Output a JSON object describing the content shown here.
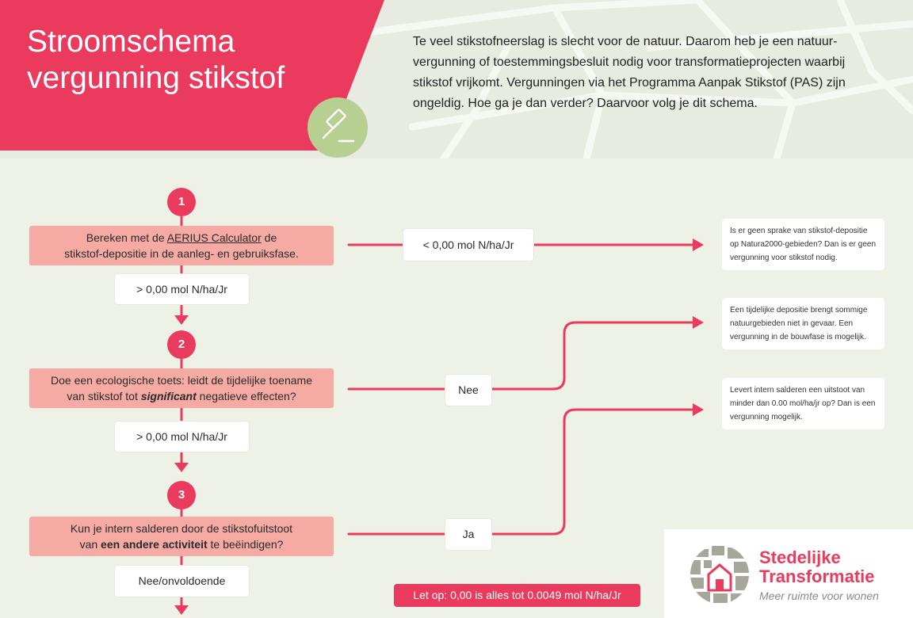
{
  "header": {
    "title_line1": "Stroomschema",
    "title_line2": "vergunning stikstof",
    "intro": "Te veel stikstofneerslag is slecht voor de natuur. Daarom heb je een natuur-vergunning of toestemmingsbesluit nodig voor transformatieprojecten waarbij stikstof vrijkomt. Vergunningen via het Programma Aanpak Stikstof (PAS) zijn ongeldig. Hoe ga je dan verder? Daarvoor volg je dit schema.",
    "icon": "gavel-icon"
  },
  "steps": [
    {
      "number": "1",
      "text_pre": "Bereken met de ",
      "text_link": "AERIUS Calculator",
      "text_post": " de",
      "text_line2": "stikstof-depositie in de aanleg- en gebruiksfase."
    },
    {
      "number": "2",
      "text_line1": "Doe een ecologische toets: leidt de tijdelijke toename",
      "text_pre": "van stikstof tot ",
      "text_em": "significant",
      "text_post": " negatieve effecten?"
    },
    {
      "number": "3",
      "text_line1": "Kun je intern salderen door de stikstofuitstoot",
      "text_pre": "van ",
      "text_bold": "een andere activiteit",
      "text_post": " te beëindigen?"
    }
  ],
  "labels": {
    "step1_down": "> 0,00 mol N/ha/Jr",
    "step1_right": "< 0,00 mol N/ha/Jr",
    "step2_down": "> 0,00 mol N/ha/Jr",
    "step2_right": "Nee",
    "step3_right": "Ja",
    "step3_down": "Nee/onvoldoende"
  },
  "notes": {
    "note1": "Is er geen sprake van stikstof-depositie op Natura2000-gebieden? Dan is er geen vergunning voor stikstof nodig.",
    "note2": "Een tijdelijke depositie brengt sommige natuurgebieden niet in gevaar. Een vergunning in de bouwfase is mogelijk.",
    "note3": "Levert intern salderen een uitstoot van minder dan 0.00 mol/ha/jr op? Dan is een vergunning mogelijk."
  },
  "warning": "Let op: 0,00 is alles tot 0.0049 mol N/ha/Jr",
  "logo": {
    "name_line1": "Stedelijke",
    "name_line2": "Transformatie",
    "tagline": "Meer ruimte voor wonen"
  },
  "colors": {
    "accent": "#ea3a5d",
    "box": "#f5aaa4",
    "green": "#b8cf92",
    "background": "#eef2e6"
  }
}
